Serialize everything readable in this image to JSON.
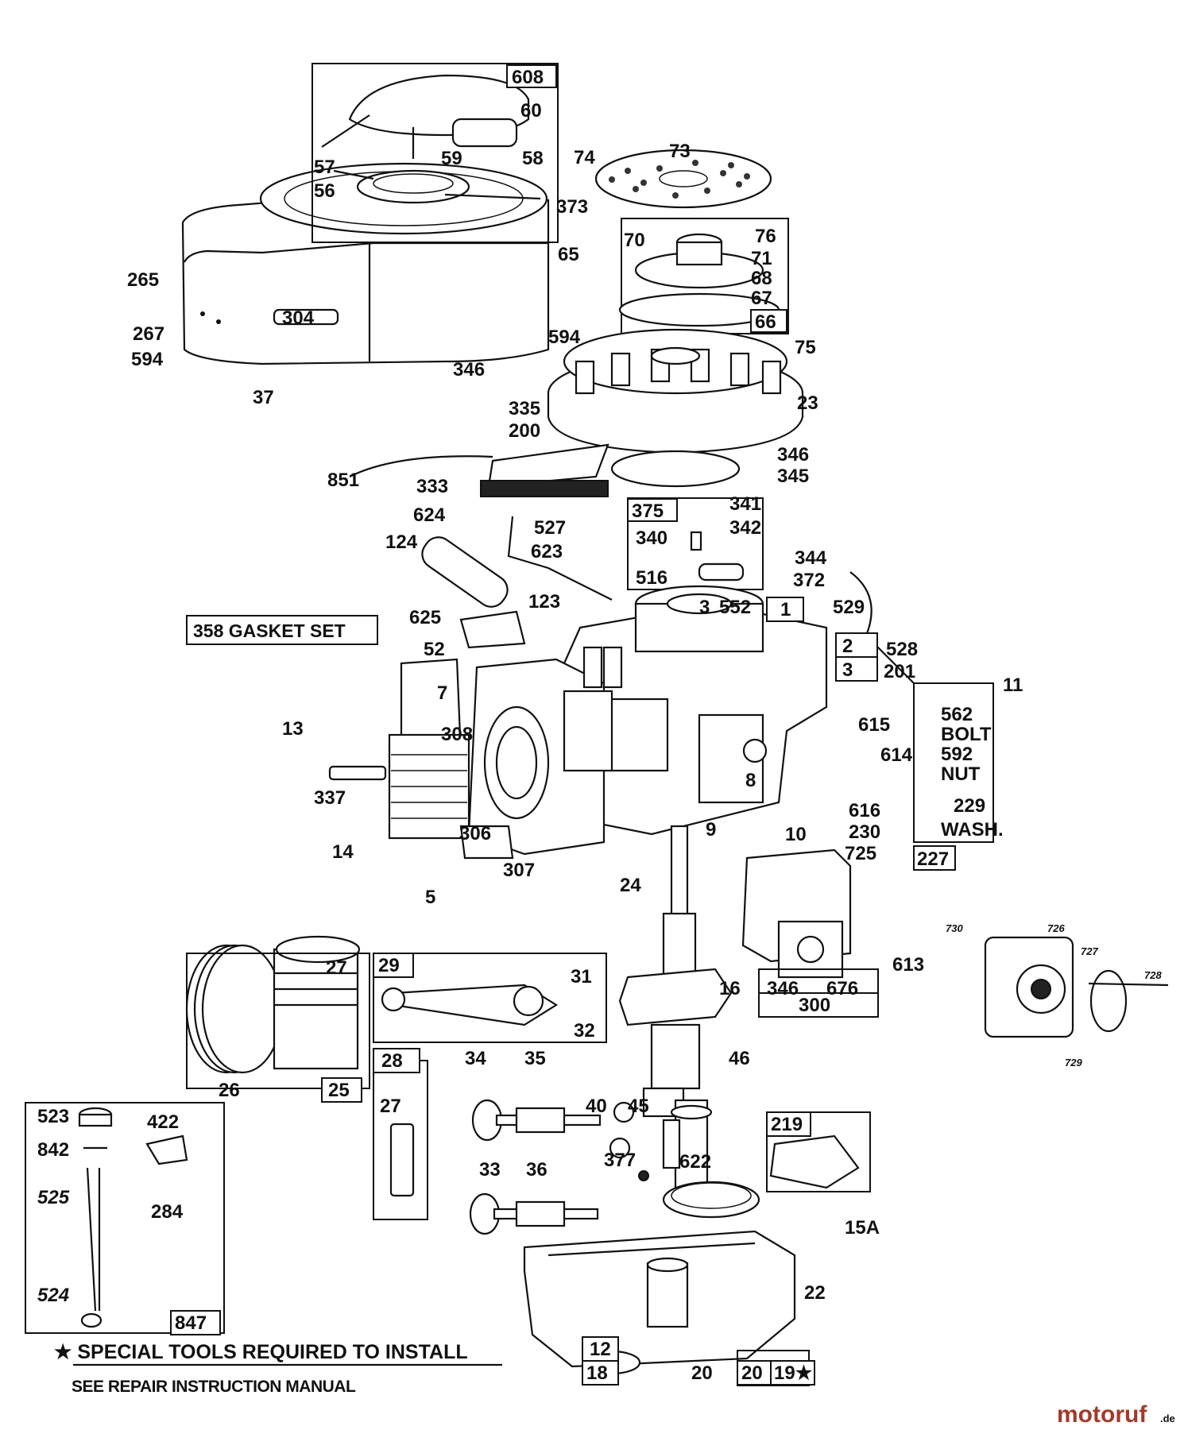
{
  "diagram": {
    "gasket_set": "358 GASKET SET",
    "note_line1": "★ SPECIAL TOOLS REQUIRED TO INSTALL",
    "note_line2": "SEE REPAIR INSTRUCTION MANUAL",
    "watermark_brand": "motoruf",
    "watermark_tld": ".de",
    "kit_boxes": {
      "k608": "608",
      "k66": "66",
      "k375": "375",
      "k1": "1",
      "k2": "2",
      "k3": "3",
      "k227": "227",
      "k300": "300",
      "k29": "29",
      "k28": "28",
      "k25": "25",
      "k219": "219",
      "k847": "847",
      "k12": "12",
      "k18": "18",
      "k20": "20",
      "k19": "19★"
    },
    "callouts": {
      "c60": "60",
      "c58": "58",
      "c59": "59",
      "c57": "57",
      "c56": "56",
      "c74": "74",
      "c73": "73",
      "c373": "373",
      "c65": "65",
      "c70": "70",
      "c76": "76",
      "c71": "71",
      "c68": "68",
      "c67": "67",
      "c265": "265",
      "c267": "267",
      "c594a": "594",
      "c594b": "594",
      "c304": "304",
      "c346a": "346",
      "c37": "37",
      "c75": "75",
      "c23": "23",
      "c335": "335",
      "c200": "200",
      "c346b": "346",
      "c345": "345",
      "c851": "851",
      "c333": "333",
      "c624": "624",
      "c341": "341",
      "c527": "527",
      "c342": "342",
      "c340": "340",
      "c124": "124",
      "c623": "623",
      "c344": "344",
      "c516": "516",
      "c372": "372",
      "c529": "529",
      "c625": "625",
      "c123": "123",
      "c3s": "3",
      "c552": "552",
      "c52": "52",
      "c528": "528",
      "c11": "11",
      "c201": "201",
      "c7": "7",
      "c562": "562",
      "c562b": "BOLT",
      "c592": "592",
      "c592b": "NUT",
      "c13": "13",
      "c308": "308",
      "c615": "615",
      "c614": "614",
      "c8": "8",
      "c229": "229",
      "c229b": "WASH.",
      "c337": "337",
      "c616": "616",
      "c230": "230",
      "c306": "306",
      "c9": "9",
      "c10": "10",
      "c14": "14",
      "c307": "307",
      "c725": "725",
      "c5": "5",
      "c24": "24",
      "c730": "730",
      "c726": "726",
      "c727": "727",
      "c728": "728",
      "c729": "729",
      "c27a": "27",
      "c31": "31",
      "c16": "16",
      "c613": "613",
      "c32": "32",
      "c346c": "346",
      "c676": "676",
      "c26": "26",
      "c34": "34",
      "c35": "35",
      "c46": "46",
      "c523": "523",
      "c422": "422",
      "c27b": "27",
      "c40": "40",
      "c45": "45",
      "c842": "842",
      "c33": "33",
      "c36": "36",
      "c377": "377",
      "c622": "622",
      "c525": "525",
      "c284": "284",
      "c15a": "15A",
      "c22": "22",
      "c524": "524",
      "c20b": "20"
    }
  }
}
